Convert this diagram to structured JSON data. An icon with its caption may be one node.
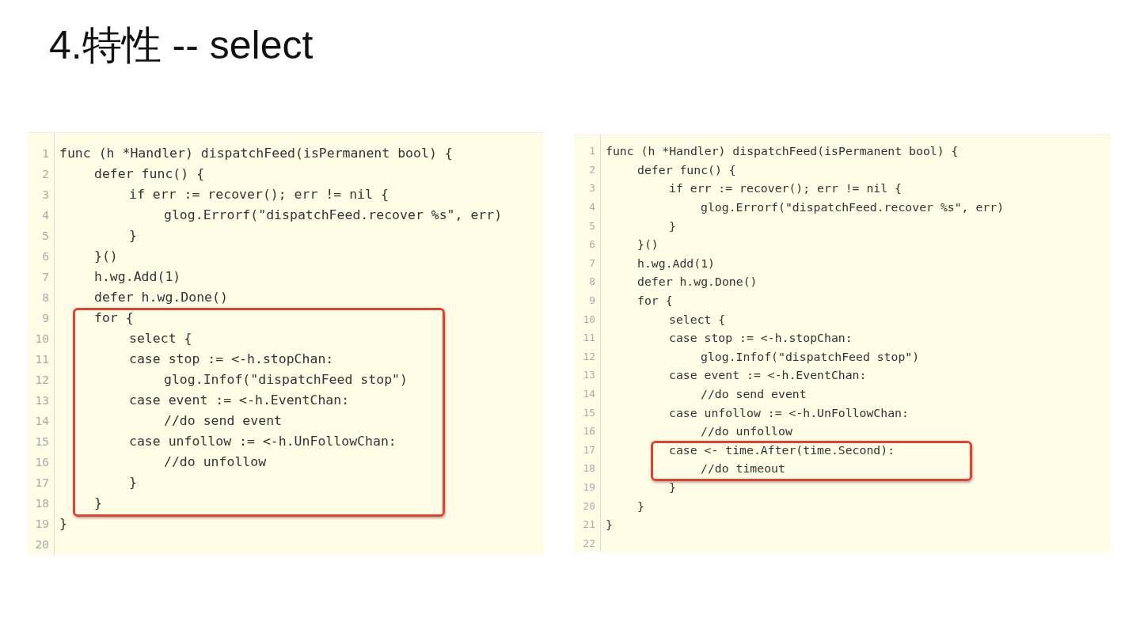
{
  "diagram": {
    "title": "4.特性 -- select",
    "nodes": [
      {
        "text": [
          "func (h *Handler) dispatchFeed(isPermanent bool) {",
          "defer func() {",
          "if err := recover(); err != nil {",
          "glog.Errorf(\"dispatchFeed.recover %s\", err)",
          "}",
          "}()",
          "h.wg.Add(1)",
          "defer h.wg.Done()",
          "}"
        ]
      },
      {
        "text": [
          "for {",
          "select {",
          "case stop := <-h.stopChan:",
          "glog.Infof(\"dispatchFeed stop\")",
          "case event := <-h.EventChan:",
          "//do send event",
          "case unfollow := <-h.UnFollowChan:",
          "//do unfollow",
          "}",
          "}"
        ],
        "in": 0
      },
      {
        "text": [
          "func (h *Handler) dispatchFeed(isPermanent bool) {",
          "defer func() {",
          "if err := recover(); err != nil {",
          "glog.Errorf(\"dispatchFeed.recover %s\", err)",
          "}",
          "}()",
          "h.wg.Add(1)",
          "defer h.wg.Done()",
          "for {",
          "select {",
          "case stop := <-h.stopChan:",
          "glog.Infof(\"dispatchFeed stop\")",
          "case event := <-h.EventChan:",
          "//do send event",
          "case unfollow := <-h.UnFollowChan:",
          "//do unfollow",
          "}",
          "}",
          "}"
        ]
      },
      {
        "text": [
          "case <- time.After(time.Second):",
          "//do timeout"
        ],
        "in": 2
      }
    ],
    "labels": [
      "1",
      "2",
      "3",
      "4",
      "5",
      "6",
      "7",
      "8",
      "9",
      "10",
      "11",
      "12",
      "13",
      "14",
      "15",
      "16",
      "17",
      "18",
      "19",
      "20",
      "1",
      "2",
      "3",
      "4",
      "5",
      "6",
      "7",
      "8",
      "9",
      "10",
      "11",
      "12",
      "13",
      "14",
      "15",
      "16",
      "17",
      "18",
      "19",
      "20",
      "21",
      "22"
    ]
  }
}
